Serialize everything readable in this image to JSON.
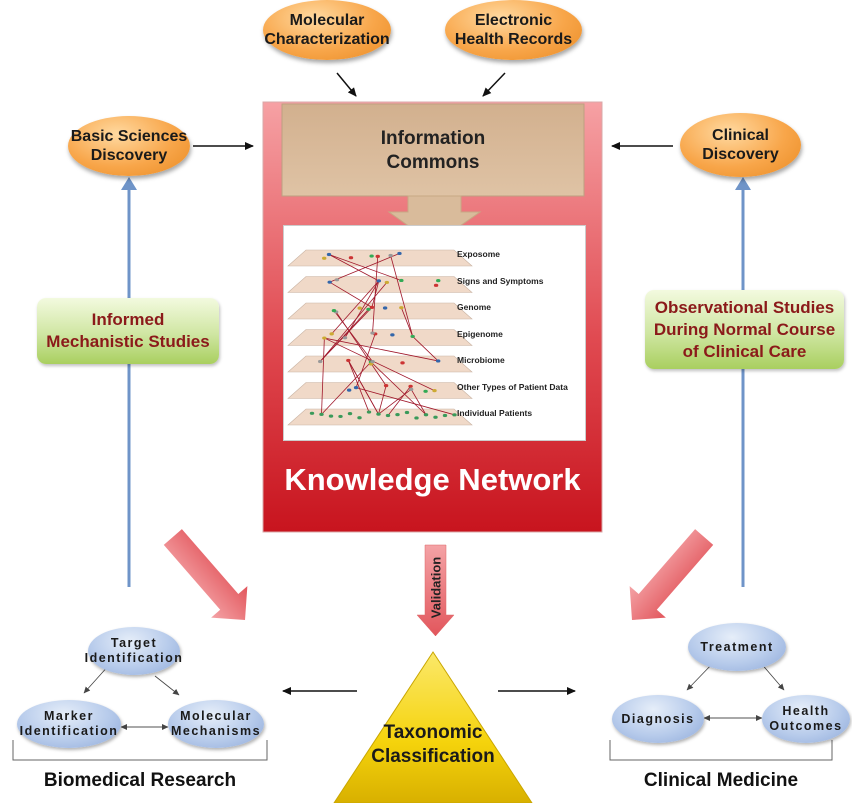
{
  "sources": {
    "molecular": "Molecular\nCharacterization",
    "ehr": "Electronic\nHealth Records",
    "basic_sciences": "Basic Sciences\nDiscovery",
    "clinical_discovery": "Clinical\nDiscovery"
  },
  "information_commons": "Information\nCommons",
  "knowledge_network": "Knowledge Network",
  "layers": [
    "Exposome",
    "Signs and Symptoms",
    "Genome",
    "Epigenome",
    "Microbiome",
    "Other Types of Patient Data",
    "Individual Patients"
  ],
  "side_boxes": {
    "left": "Informed\nMechanistic Studies",
    "right": "Observational Studies\nDuring Normal Course\nof Clinical Care"
  },
  "validation": "Validation",
  "taxonomic": "Taxonomic\nClassification",
  "biomedical": {
    "caption": "Biomedical Research",
    "target": "Target\nIdentification",
    "marker": "Marker\nIdentification",
    "molecular": "Molecular\nMechanisms"
  },
  "clinical": {
    "caption": "Clinical Medicine",
    "treatment": "Treatment",
    "diagnosis": "Diagnosis",
    "health": "Health\nOutcomes"
  },
  "colors": {
    "orange": "#f8a64a",
    "green": "#a9cf5f",
    "red": "#d8232d",
    "tan": "#d9bb9b",
    "blue_arrow": "#6f94c8",
    "yellow": "#f5d30c"
  }
}
